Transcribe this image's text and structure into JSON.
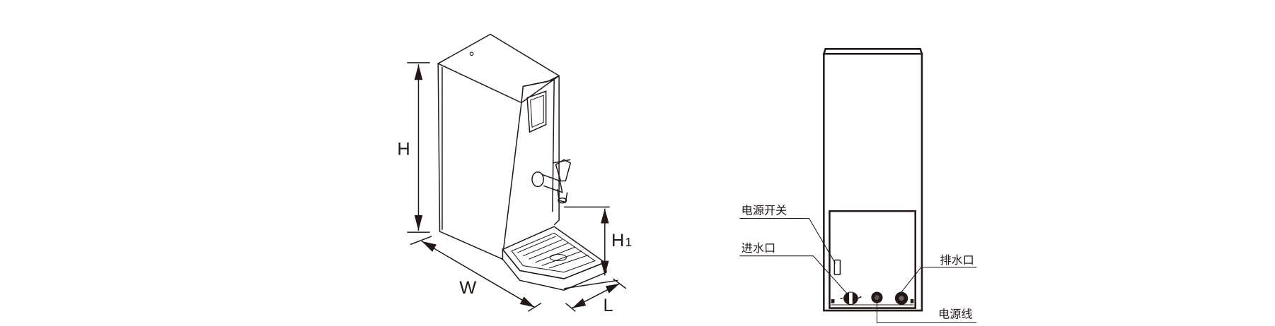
{
  "perspective_view": {
    "dimensions": {
      "height": "H",
      "tap_height": "H",
      "tap_height_sub": "1",
      "width": "W",
      "length": "L"
    }
  },
  "rear_view": {
    "labels": {
      "power_switch": "电源开关",
      "water_inlet": "进水口",
      "drain_outlet": "排水口",
      "power_cord": "电源线"
    }
  },
  "colors": {
    "line": "#231815",
    "background": "#ffffff"
  }
}
